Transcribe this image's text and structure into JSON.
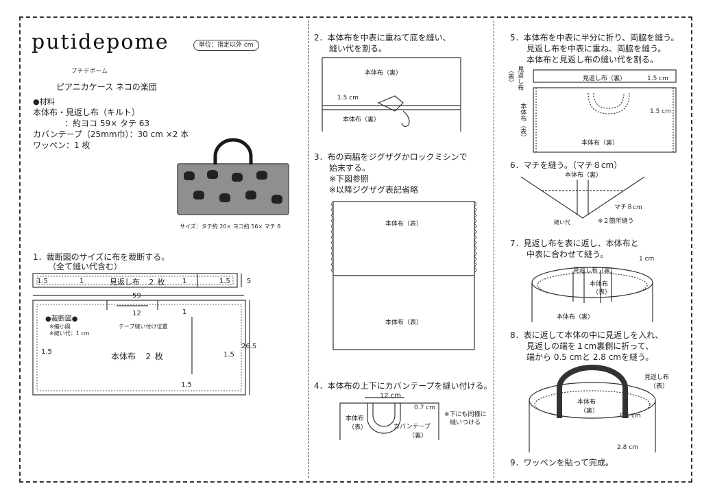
{
  "brand": {
    "logo": "putidepome",
    "kana": "プチデポーム",
    "unit_badge": "単位：指定以外 cm"
  },
  "product": {
    "title": "ピアニカケース ネコの楽団",
    "materials_heading": "●材料",
    "materials": [
      "本体布・見返し布（キルト）",
      "：約ヨコ 59× タテ 63",
      "カバンテープ（25mm巾）：30 cm ×2 本",
      "ワッペン：1 枚"
    ],
    "size_caption": "サイズ：タテ約 20× ヨコ約 56× マチ 8"
  },
  "step1": {
    "title": "1．裁断図のサイズに布を裁断する。",
    "note": "（全て縫い代含む）",
    "strip": {
      "label": "見返し布　２ 枚",
      "dims": [
        "1.5",
        "1",
        "1",
        "1.5",
        "5"
      ]
    },
    "main": {
      "width": "59",
      "height": "26.5",
      "tape": "12",
      "tape_label": "テープ縫い付け位置",
      "label": "本体布　２ 枚",
      "heading": "●裁断図●",
      "notes": [
        "※縮小図",
        "※縫い代：1 cm"
      ],
      "seams": [
        "1",
        "1.5",
        "1.5",
        "1.5"
      ]
    }
  },
  "step2": {
    "title": "2．本体布を中表に重ねて底を縫い、",
    "title2": "縫い代を割る。",
    "labels": [
      "本体布（裏）",
      "1.5 cm",
      "本体布（裏）"
    ]
  },
  "step3": {
    "title": "3．布の両脇をジグザグかロックミシンで",
    "title2": "始末する。",
    "notes": [
      "※下図参照",
      "※以降ジグザグ表記省略"
    ],
    "labels": [
      "本体布（表）",
      "本体布（表）"
    ]
  },
  "step4": {
    "title": "4．本体布の上下にカバンテープを縫い付ける。",
    "labels": [
      "12 cm",
      "0.7 cm",
      "本体布",
      "（表）",
      "カバンテープ",
      "（裏）"
    ],
    "note": [
      "※下にも同様に",
      "縫いつける"
    ]
  },
  "step5": {
    "title": "5．本体布を中表に半分に折り、両脇を縫う。",
    "title2": "見返し布を中表に重ね、両脇を縫う。",
    "title3": "本体布と見返し布の縫い代を割る。",
    "labels": [
      "見返し布",
      "（表）",
      "見返し布（裏）",
      "1.5 cm",
      "本体布",
      "（表）",
      "1.5 cm",
      "本体布（裏）"
    ]
  },
  "step6": {
    "title": "6．マチを縫う。（マチ８cm）",
    "labels": [
      "本体布（裏）",
      "マチ８cm",
      "縫い代",
      "※２箇所縫う"
    ]
  },
  "step7": {
    "title": "7．見返し布を表に返し、本体布と",
    "title2": "中表に合わせて縫う。",
    "labels": [
      "1 cm",
      "見返し布（裏）",
      "本体布",
      "（表）",
      "本体布（裏）"
    ]
  },
  "step8": {
    "title": "8．表に返して本体の中に見返しを入れ、",
    "title2": "見返しの端を１cm裏側に折って、",
    "title3": "端から 0.5 cmと 2.8 cmを縫う。",
    "labels": [
      "見返し布",
      "（表）",
      "本体布",
      "（裏）",
      "0.5 cm",
      "2.8 cm"
    ]
  },
  "step9": {
    "title": "9．ワッペンを貼って完成。"
  },
  "colors": {
    "line": "#333333",
    "bag": "#8f8f8f",
    "handle": "#1a1a1a"
  }
}
